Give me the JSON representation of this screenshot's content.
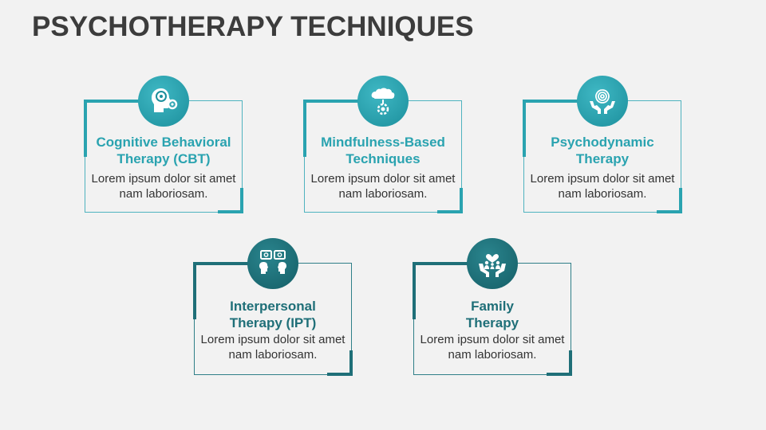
{
  "title": "PSYCHOTHERAPY TECHNIQUES",
  "colors": {
    "background": "#f2f2f2",
    "title_text": "#3c3c3c",
    "teal_light": "#2aa3b0",
    "teal_dark": "#1f6f78",
    "body_text": "#333333"
  },
  "cards": [
    {
      "title": "Cognitive Behavioral\nTherapy (CBT)",
      "body": "Lorem ipsum dolor sit amet nam laboriosam.",
      "icon": "head-gears-icon"
    },
    {
      "title": "Mindfulness-Based\nTechniques",
      "body": "Lorem ipsum dolor sit amet nam laboriosam.",
      "icon": "brain-gears-icon"
    },
    {
      "title": "Psychodynamic\nTherapy",
      "body": "Lorem ipsum dolor sit amet nam laboriosam.",
      "icon": "hands-spiral-icon"
    },
    {
      "title": "Interpersonal\nTherapy (IPT)",
      "body": "Lorem ipsum dolor sit amet nam laboriosam.",
      "icon": "people-dialog-icon"
    },
    {
      "title": "Family\nTherapy",
      "body": "Lorem ipsum dolor sit amet nam laboriosam.",
      "icon": "family-hands-icon"
    }
  ]
}
